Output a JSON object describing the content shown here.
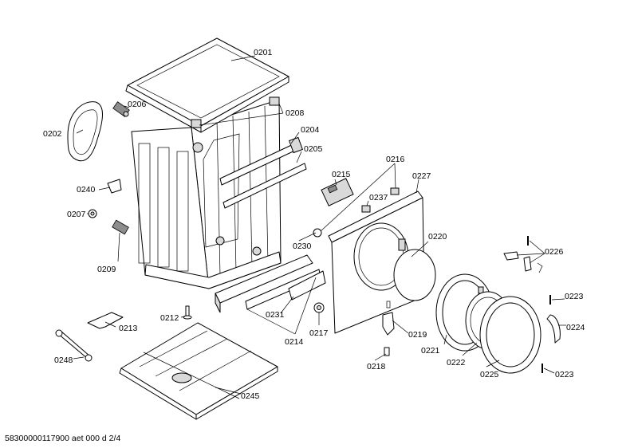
{
  "labels": {
    "p0201": "0201",
    "p0202": "0202",
    "p0204": "0204",
    "p0205": "0205",
    "p0206": "0206",
    "p0207": "0207",
    "p0208": "0208",
    "p0209": "0209",
    "p0212": "0212",
    "p0213": "0213",
    "p0214": "0214",
    "p0215": "0215",
    "p0216": "0216",
    "p0217": "0217",
    "p0218": "0218",
    "p0219": "0219",
    "p0220": "0220",
    "p0221": "0221",
    "p0222": "0222",
    "p0223a": "0223",
    "p0223b": "0223",
    "p0224": "0224",
    "p0225": "0225",
    "p0226": "0226",
    "p0227": "0227",
    "p0230": "0230",
    "p0231": "0231",
    "p0237": "0237",
    "p0240": "0240",
    "p0245": "0245",
    "p0248": "0248"
  },
  "footer": "58300000117900 aet 000 d 2/4"
}
